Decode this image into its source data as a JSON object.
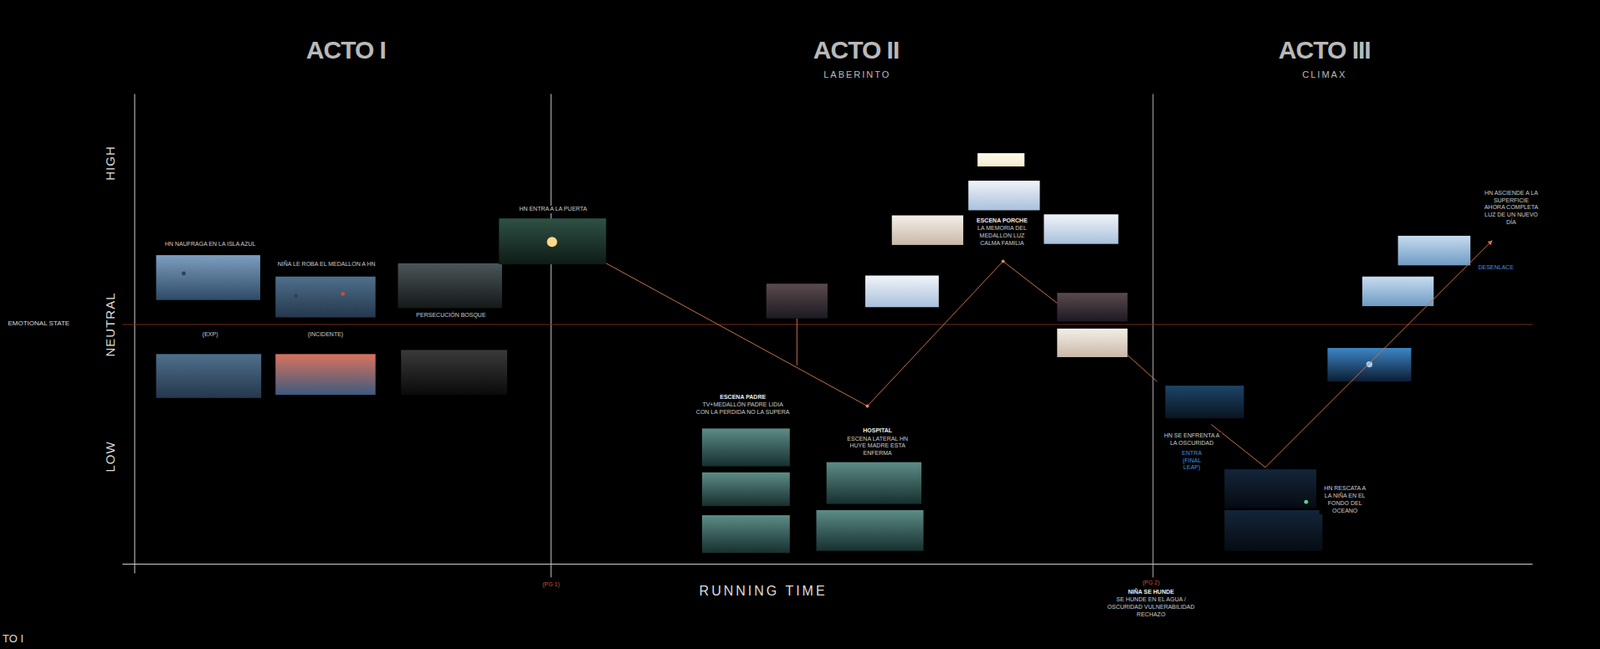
{
  "diagram": {
    "labels": [
      "ACTO I",
      "ACTO II",
      "LABERINTO",
      "ACTO III",
      "CLIMAX",
      "HIGH",
      "NEUTRAL",
      "LOW",
      "EMOTIONAL STATE",
      "HN NAUFRAGA EN LA ISLA AZUL",
      "NIÑA LE ROBA EL MEDALLON A HN",
      "PERSECUCIÓN BOSQUE",
      "HN ENTRA A LA PUERTA",
      "(EXP)",
      "(INCIDENTE)",
      "ESCENA PADRE",
      "TV+MEDALLÓN PADRE LIDIA CON LA PERDIDA NO LA SUPERA",
      "HOSPITAL",
      "ESCENA LATERAL HN HUYE MADRE ESTA ENFERMA",
      "ESCENA PORCHE",
      "LA MEMORIA DEL MEDALLON LUZ CALMA FAMILIA",
      "HN SE ENFRENTA A LA OSCURIDAD",
      "ENTRA (FINAL LEAP)",
      "HN RESCATA A LA NIÑA EN EL FONDO DEL OCEANO",
      "HN ASCIENDE A LA SUPERFICIE AHORA COMPLETA LUZ DE UN NUEVO DÍA",
      "DESENLACE",
      "RUNNING TIME",
      "(PG 1)",
      "(PG 2)",
      "NIÑA SE HUNDE",
      "SE HUNDE EN EL AGUA / OSCURIDAD VULNERABILIDAD RECHAZO",
      "TO I"
    ]
  }
}
